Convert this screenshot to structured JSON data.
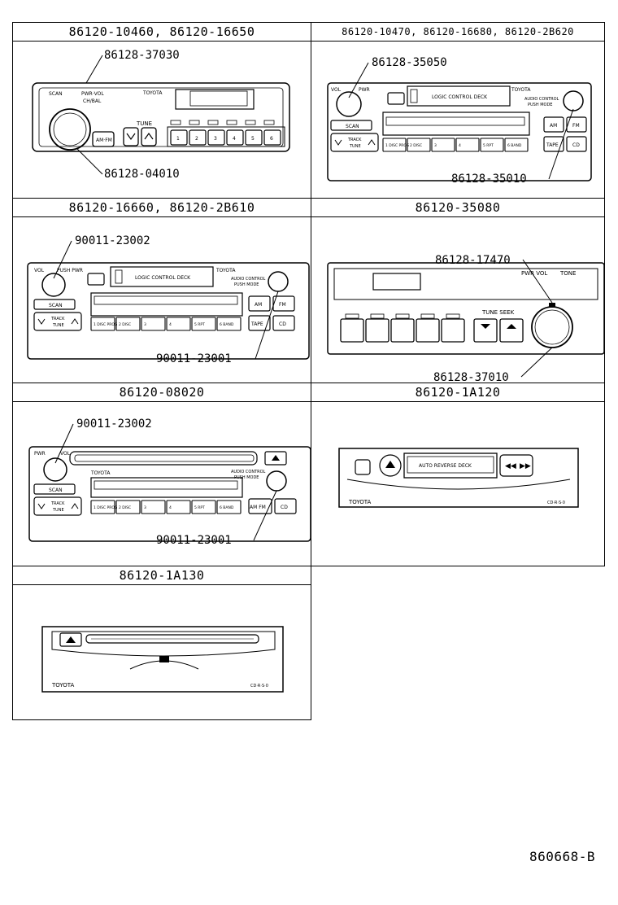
{
  "panels": [
    {
      "header": "86120-10460, 86120-16650",
      "callouts": [
        "86128-37030",
        "86128-04010"
      ],
      "labels": {
        "brand": "TOYOTA",
        "scan": "SCAN",
        "pwr_vol": "PWR·VOL",
        "ch_bal": "CH/BAL",
        "tune": "TUNE",
        "am_fm": "AM·FM",
        "presets": [
          "1",
          "2",
          "3",
          "4",
          "5",
          "6"
        ]
      }
    },
    {
      "header": "86120-10470, 86120-16680, 86120-2B620",
      "callouts": [
        "86128-35050",
        "86128-35010"
      ],
      "labels": {
        "brand": "TOYOTA",
        "vol": "VOL",
        "pwr": "PWR",
        "deck": "LOGIC CONTROL DECK",
        "scan": "SCAN",
        "track": "TRACK",
        "tune": "TUNE",
        "audio": "AUDIO CONTROL",
        "push": "PUSH MODE",
        "am": "AM",
        "fm": "FM",
        "tape": "TAPE",
        "cd": "CD",
        "keys": [
          "1 DISC PROG",
          "2 DISC",
          "3",
          "4",
          "5 RPT",
          "6 BAND"
        ]
      }
    },
    {
      "header": "86120-16660, 86120-2B610",
      "callouts": [
        "90011-23002",
        "90011-23001"
      ],
      "labels": {
        "brand": "TOYOTA",
        "vol": "VOL",
        "pwr": "PUSH PWR",
        "deck": "LOGIC CONTROL DECK",
        "scan": "SCAN",
        "track": "TRACK",
        "tune": "TUNE",
        "audio": "AUDIO CONTROL",
        "push": "PUSH MODE",
        "am": "AM",
        "fm": "FM",
        "tape": "TAPE",
        "cd": "CD",
        "keys": [
          "1 DISC PROG",
          "2 DISC",
          "3",
          "4",
          "5 RPT",
          "6 BAND"
        ]
      }
    },
    {
      "header": "86120-35080",
      "callouts": [
        "86128-17470",
        "86128-37010"
      ],
      "labels": {
        "pwr_vol": "PWR VOL",
        "tone": "TONE",
        "tune_seek": "TUNE SEEK"
      }
    },
    {
      "header": "86120-08020",
      "callouts": [
        "90011-23002",
        "90011-23001"
      ],
      "labels": {
        "brand": "TOYOTA",
        "vol": "VOL",
        "pwr": "PWR",
        "scan": "SCAN",
        "track": "TRACK",
        "tune": "TUNE",
        "audio": "AUDIO CONTROL",
        "push": "PUSH MODE",
        "am_fm": "AM FM",
        "cd": "CD",
        "keys": [
          "1 DISC PROG",
          "2 DISC",
          "3",
          "4",
          "5 RPT",
          "6 BAND"
        ]
      }
    },
    {
      "header": "86120-1A120",
      "callouts": [],
      "labels": {
        "brand": "TOYOTA",
        "deck": "AUTO REVERSE DECK",
        "model": "CD·R·S·0"
      }
    },
    {
      "header": "86120-1A130",
      "callouts": [],
      "labels": {
        "brand": "TOYOTA",
        "model": "CD·R·S·0"
      }
    }
  ],
  "footer": "860668-B"
}
